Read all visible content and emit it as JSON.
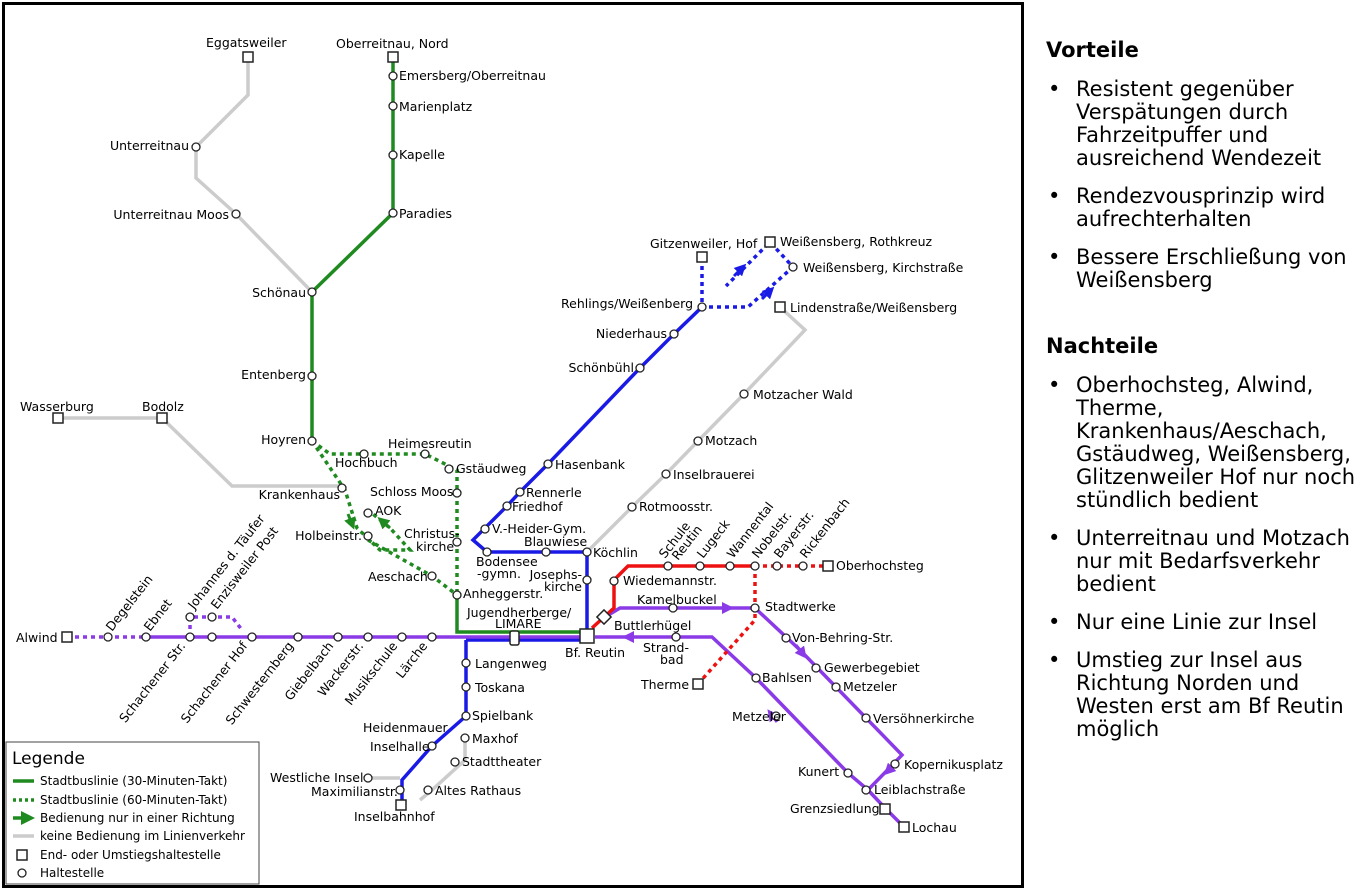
{
  "legend": {
    "title": "Legende",
    "items": [
      "Stadtbuslinie (30-Minuten-Takt)",
      "Stadtbuslinie (60-Minuten-Takt)",
      "Bedienung nur in einer Richtung",
      "keine Bedienung im Linienverkehr",
      "End- oder Umstiegshaltestelle",
      "Haltestelle"
    ]
  },
  "colors": {
    "green": "#1f8a1f",
    "blue": "#1a1ae6",
    "purple": "#8a3ae6",
    "red": "#ee1111",
    "grey": "#cccccc"
  },
  "stations": [
    "Eggatsweiler",
    "Oberreitnau, Nord",
    "Emersberg/Oberreitnau",
    "Marienplatz",
    "Kapelle",
    "Paradies",
    "Unterreitnau",
    "Unterreitnau Moos",
    "Schönau",
    "Entenberg",
    "Wasserburg",
    "Bodolz",
    "Hoyren",
    "Heimesreutin",
    "Hochbuch",
    "Gstäudweg",
    "Krankenhaus",
    "Schloss Moos",
    "AOK",
    "Christus-",
    "kirche",
    "Holbeinstr.",
    "Aeschach",
    "Anheggerstr.",
    "Johannes d. Täufer",
    "Enzisweiler Post",
    "Degelstein",
    "Ebnet",
    "Alwind",
    "Schachener Str.",
    "Schachener Hof",
    "Schwesternberg",
    "Giebelbach",
    "Wackerstr.",
    "Musikschule",
    "Lärche",
    "Jugendherberge/",
    "LIMARE",
    "Bf. Reutin",
    "Gitzenweiler, Hof",
    "Weißensberg, Rothkreuz",
    "Weißensberg, Kirchstraße",
    "Rehlings/Weißenberg",
    "Lindenstraße/Weißensberg",
    "Niederhaus",
    "Schönbühl",
    "Motzacher Wald",
    "Motzach",
    "Hasenbank",
    "Inselbrauerei",
    "Rennerle",
    "Friedhof",
    "Rotmoosstr.",
    "V.-Heider-Gym.",
    "Blauwiese",
    "Köchlin",
    "Bodensee",
    "-gymn.",
    "Josephs-",
    "kirche",
    "Schule",
    "Reutin",
    "Lugeck",
    "Wannental",
    "Nobelstr.",
    "Bayerstr.",
    "Rickenbach",
    "Oberhochsteg",
    "Wiedemannstr.",
    "Kamelbuckel",
    "Buttlerhügel",
    "Stadtwerke",
    "Strand-",
    "bad",
    "Therme",
    "Von-Behring-Str.",
    "Gewerbegebiet",
    "Bahlsen",
    "Metzeler",
    "Metzeler",
    "Versöhnerkirche",
    "Langenweg",
    "Toskana",
    "Spielbank",
    "Heidenmauer",
    "Inselhalle",
    "Maxhof",
    "Stadttheater",
    "Westliche Insel",
    "Maximilianstr.",
    "Altes Rathaus",
    "Inselbahnhof",
    "Kopernikusplatz",
    "Kunert",
    "Leiblachstraße",
    "Grenzsiedlung",
    "Lochau"
  ],
  "vorteile": {
    "title": "Vorteile",
    "items": [
      "Resistent gegenüber Verspätungen durch Fahrzeitpuffer und ausreichend Wendezeit",
      "Rendezvousprinzip wird aufrechterhalten",
      "Bessere Erschließung von Weißensberg"
    ]
  },
  "nachteile": {
    "title": "Nachteile",
    "items": [
      "Oberhochsteg, Alwind, Therme, Krankenhaus/Aeschach, Gstäudweg, Weißensberg, Glitzenweiler Hof nur noch stündlich bedient",
      "Unterreitnau und Motzach nur mit Bedarfsverkehr bedient",
      "Nur eine Linie zur Insel",
      "Umstieg zur Insel aus Richtung Norden und Westen erst am Bf Reutin möglich"
    ]
  }
}
